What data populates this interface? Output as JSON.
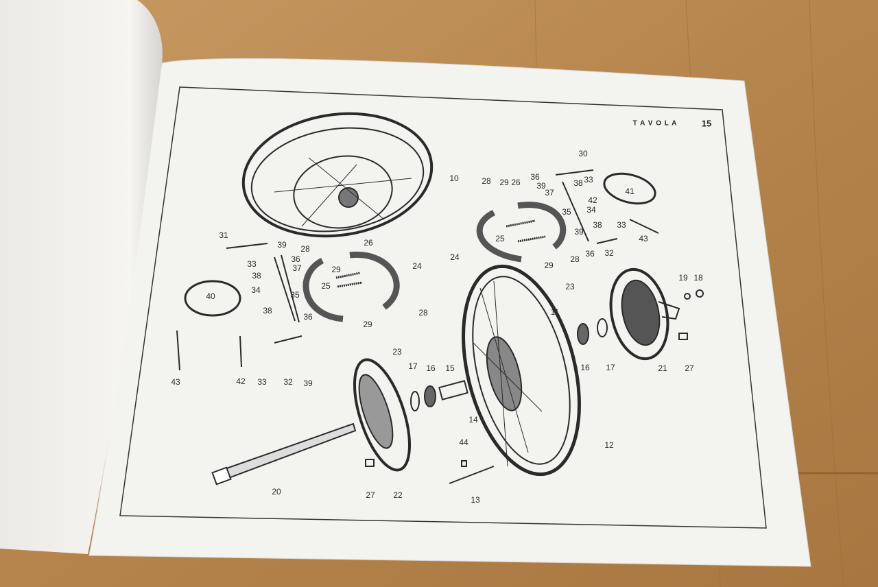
{
  "header": {
    "tavola": "T A V O L A",
    "plate_number": "15"
  },
  "callouts": [
    "10",
    "28",
    "29",
    "26",
    "30",
    "36",
    "39",
    "33",
    "38",
    "37",
    "42",
    "41",
    "34",
    "35",
    "38",
    "33",
    "43",
    "39",
    "36",
    "32",
    "28",
    "29",
    "25",
    "24",
    "23",
    "31",
    "39",
    "28",
    "26",
    "36",
    "37",
    "33",
    "38",
    "24",
    "29",
    "25",
    "34",
    "35",
    "40",
    "36",
    "38",
    "29",
    "28",
    "23",
    "43",
    "42",
    "33",
    "32",
    "39",
    "19",
    "18",
    "11",
    "16",
    "17",
    "21",
    "27",
    "17",
    "16",
    "15",
    "14",
    "12",
    "44",
    "13",
    "20",
    "27",
    "22"
  ],
  "colors": {
    "wood": "#b98a52",
    "paper": "#f3f3f0",
    "ink": "#2a2a2a"
  }
}
